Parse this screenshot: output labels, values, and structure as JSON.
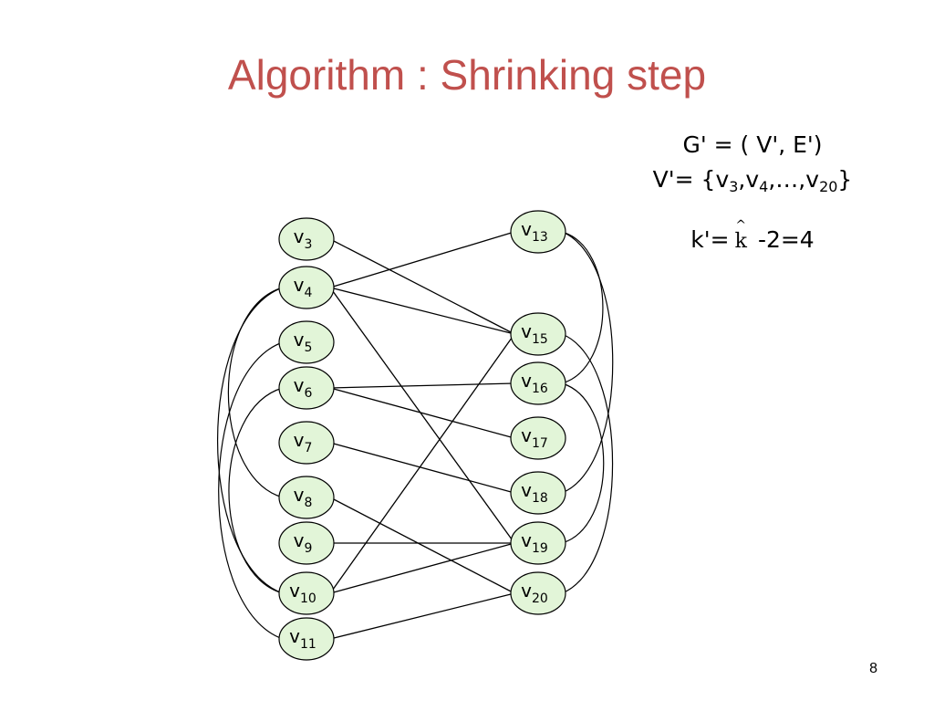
{
  "title": "Algorithm : Shrinking step",
  "info": {
    "graph_def": "G' = ( V', E')",
    "vertex_set_prefix": "V'= {",
    "vertex_set_items": [
      "v",
      "3",
      ",v",
      "4",
      ",…,v",
      "20",
      "}"
    ],
    "k_prefix": "k'=",
    "k_symbol": "k",
    "k_hat": "^",
    "k_suffix": "-2=4"
  },
  "graph": {
    "left_nodes": [
      {
        "id": "v3",
        "base": "v",
        "sub": "3"
      },
      {
        "id": "v4",
        "base": "v",
        "sub": "4"
      },
      {
        "id": "v5",
        "base": "v",
        "sub": "5"
      },
      {
        "id": "v6",
        "base": "v",
        "sub": "6"
      },
      {
        "id": "v7",
        "base": "v",
        "sub": "7"
      },
      {
        "id": "v8",
        "base": "v",
        "sub": "8"
      },
      {
        "id": "v9",
        "base": "v",
        "sub": "9"
      },
      {
        "id": "v10",
        "base": "v",
        "sub": "10"
      },
      {
        "id": "v11",
        "base": "v",
        "sub": "11"
      }
    ],
    "right_nodes": [
      {
        "id": "v13",
        "base": "v",
        "sub": "13"
      },
      {
        "id": "v15",
        "base": "v",
        "sub": "15"
      },
      {
        "id": "v16",
        "base": "v",
        "sub": "16"
      },
      {
        "id": "v17",
        "base": "v",
        "sub": "17"
      },
      {
        "id": "v18",
        "base": "v",
        "sub": "18"
      },
      {
        "id": "v19",
        "base": "v",
        "sub": "19"
      },
      {
        "id": "v20",
        "base": "v",
        "sub": "20"
      }
    ],
    "cross_edges": [
      [
        "v3",
        "v15"
      ],
      [
        "v4",
        "v13"
      ],
      [
        "v4",
        "v15"
      ],
      [
        "v4",
        "v19"
      ],
      [
        "v6",
        "v16"
      ],
      [
        "v6",
        "v17"
      ],
      [
        "v7",
        "v18"
      ],
      [
        "v8",
        "v20"
      ],
      [
        "v9",
        "v19"
      ],
      [
        "v10",
        "v19"
      ],
      [
        "v10",
        "v15"
      ],
      [
        "v11",
        "v20"
      ]
    ],
    "left_arcs": [
      [
        "v4",
        "v8"
      ],
      [
        "v4",
        "v10"
      ],
      [
        "v5",
        "v11"
      ],
      [
        "v6",
        "v10"
      ]
    ],
    "right_arcs": [
      [
        "v13",
        "v16"
      ],
      [
        "v13",
        "v18"
      ],
      [
        "v15",
        "v20"
      ],
      [
        "v16",
        "v19"
      ]
    ],
    "node_fill": "#e2f5d8",
    "line_color": "#000000"
  },
  "page_number": "8",
  "colors": {
    "title": "#c0504d"
  }
}
